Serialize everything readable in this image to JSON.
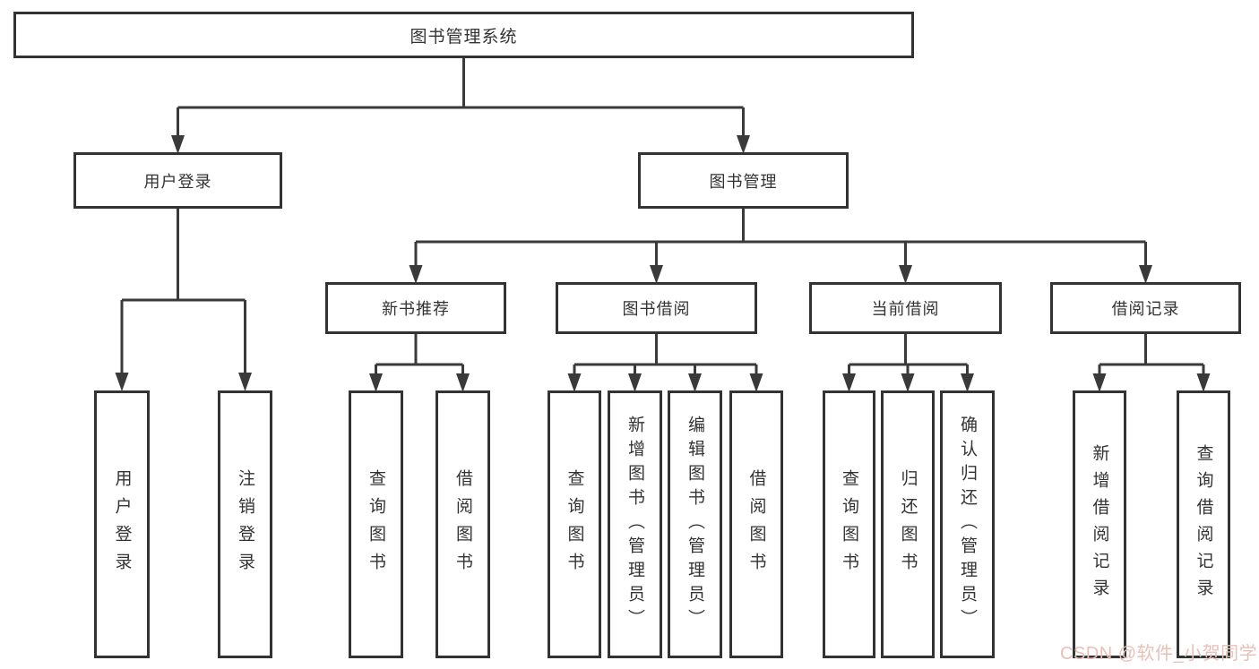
{
  "diagram": {
    "root": {
      "label": "图书管理系统"
    },
    "branches": [
      {
        "label": "用户登录",
        "children": [
          {
            "label": "用户登录"
          },
          {
            "label": "注销登录"
          }
        ]
      },
      {
        "label": "图书管理",
        "children": [
          {
            "label": "新书推荐",
            "children": [
              {
                "label": "查询图书"
              },
              {
                "label": "借阅图书"
              }
            ]
          },
          {
            "label": "图书借阅",
            "children": [
              {
                "label": "查询图书"
              },
              {
                "label": "新增图书（管理员）"
              },
              {
                "label": "编辑图书（管理员）"
              },
              {
                "label": "借阅图书"
              }
            ]
          },
          {
            "label": "当前借阅",
            "children": [
              {
                "label": "查询图书"
              },
              {
                "label": "归还图书"
              },
              {
                "label": "确认归还（管理员）"
              }
            ]
          },
          {
            "label": "借阅记录",
            "children": [
              {
                "label": "新增借阅记录"
              },
              {
                "label": "查询借阅记录"
              }
            ]
          }
        ]
      }
    ]
  },
  "watermark": {
    "text": "CSDN @软件_小贺同学",
    "color": "#e8c0b8"
  },
  "colors": {
    "line": "#3a3a3a",
    "border": "#333333",
    "text": "#333333",
    "background": "#ffffff"
  }
}
